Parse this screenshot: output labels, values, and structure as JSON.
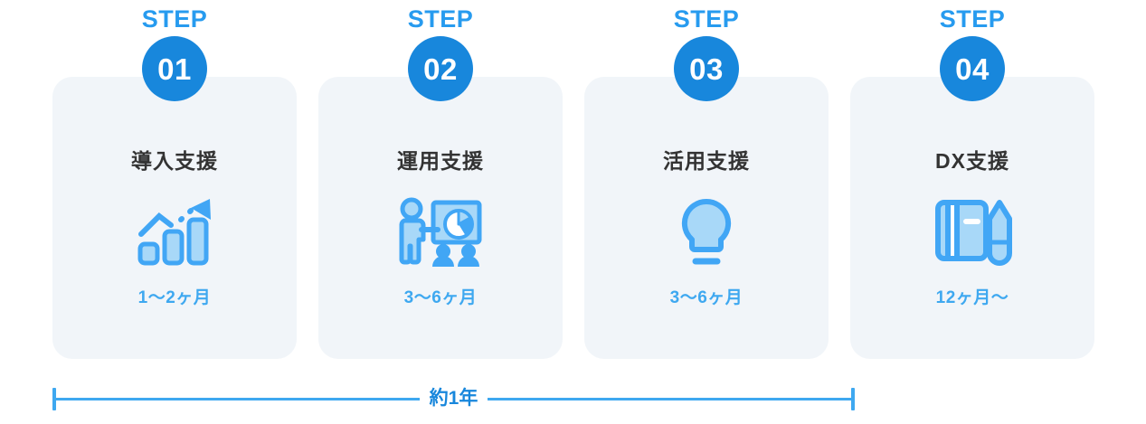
{
  "theme": {
    "accent_blue": "#1887dc",
    "light_blue": "#3ea8f0",
    "icon_blue": "#41a6f5",
    "icon_fill": "#a8d8f8",
    "card_bg": "#f1f5f9",
    "title_color": "#333333",
    "page_bg": "#ffffff"
  },
  "steps": [
    {
      "badge_label": "STEP",
      "badge_number": "01",
      "title": "導入支援",
      "duration": "1〜2ヶ月",
      "icon_name": "growth-bar-chart-icon"
    },
    {
      "badge_label": "STEP",
      "badge_number": "02",
      "title": "運用支援",
      "duration": "3〜6ヶ月",
      "icon_name": "presentation-training-icon"
    },
    {
      "badge_label": "STEP",
      "badge_number": "03",
      "title": "活用支援",
      "duration": "3〜6ヶ月",
      "icon_name": "lightbulb-idea-icon"
    },
    {
      "badge_label": "STEP",
      "badge_number": "04",
      "title": "DX支援",
      "duration": "12ヶ月〜",
      "icon_name": "notebook-pencil-icon"
    }
  ],
  "timeline": {
    "label": "約1年",
    "start_cap_name": "timeline-start-cap",
    "end_cap_name": "timeline-end-cap"
  }
}
